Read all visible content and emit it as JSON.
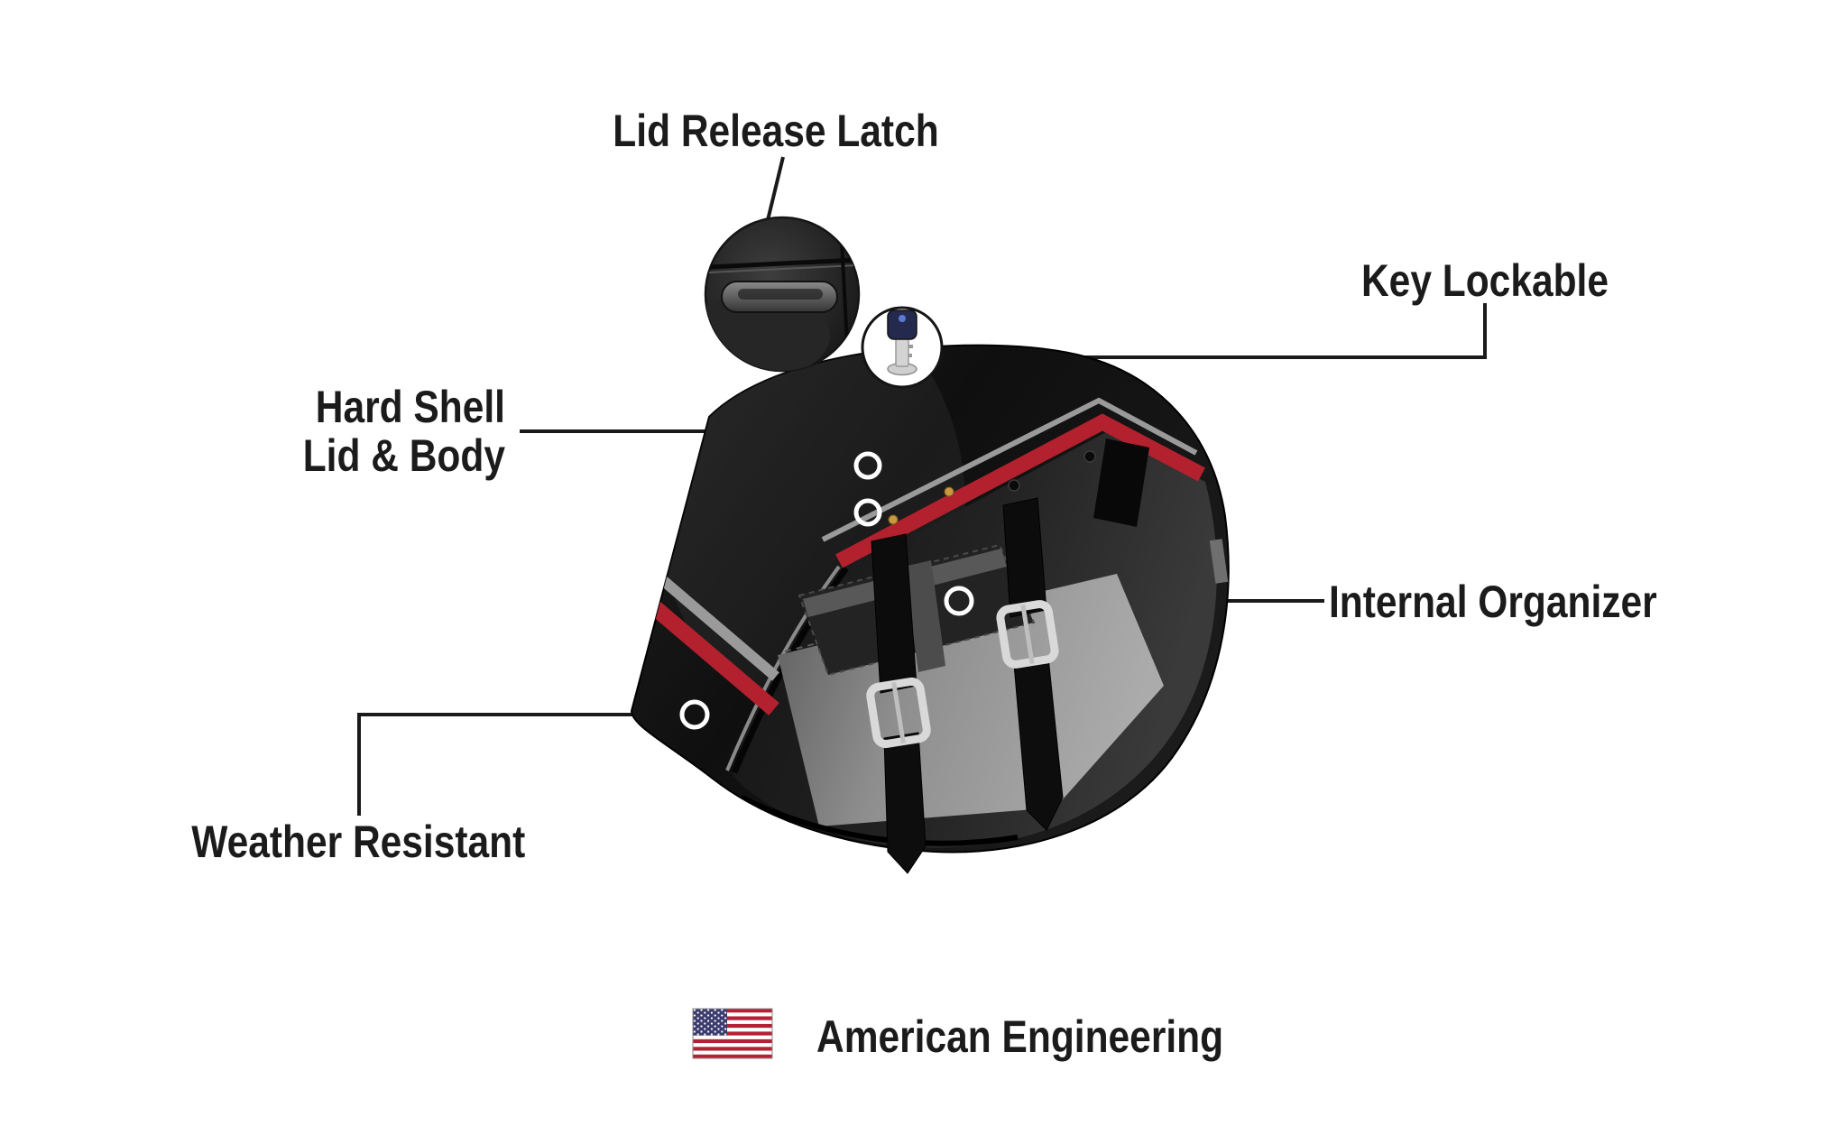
{
  "callouts": {
    "lid_release_latch": "Lid Release Latch",
    "key_lockable": "Key Lockable",
    "hard_shell_line1": "Hard Shell",
    "hard_shell_line2": "Lid & Body",
    "internal_organizer": "Internal Organizer",
    "weather_resistant": "Weather Resistant"
  },
  "footer": {
    "text": "American Engineering",
    "flag_icon": "us-flag-icon"
  },
  "icons": {
    "key": "key-icon",
    "latch": "latch-closeup-icon",
    "flag": "us-flag-icon"
  },
  "colors": {
    "accent_red": "#b2212d",
    "body_black": "#111111",
    "trim_gray": "#9a9a9a",
    "chrome": "#d9d9d9",
    "flag_red": "#B22234",
    "flag_blue": "#3C3B6E",
    "text": "#1b1b1b",
    "background": "#ffffff"
  }
}
